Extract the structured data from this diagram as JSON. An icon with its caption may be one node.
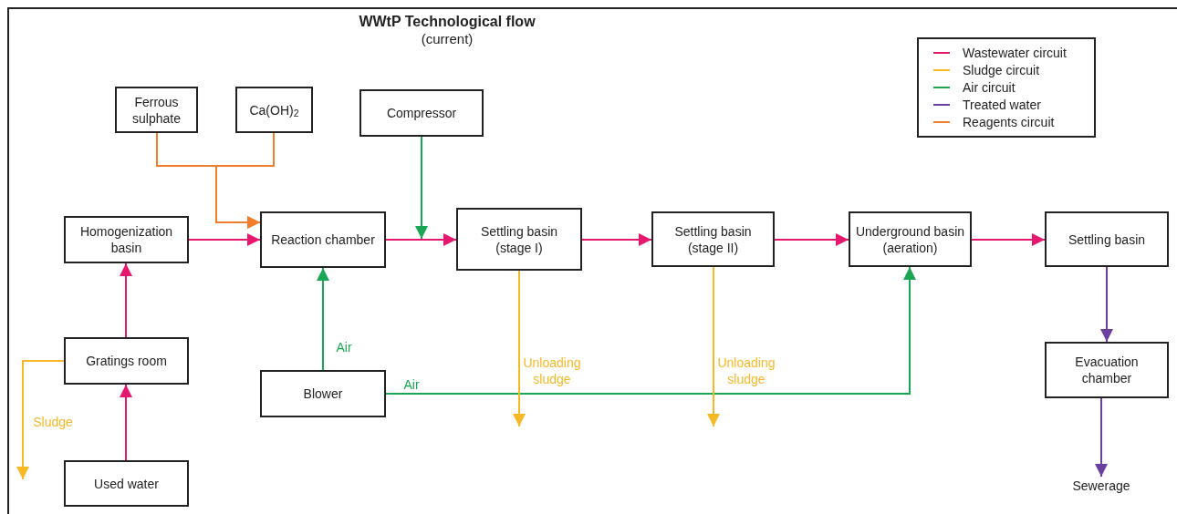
{
  "diagram": {
    "title": "WWtP Technological flow",
    "nodes": [
      {
        "text": [
          "Ferrous sulphate"
        ]
      },
      {
        "text": [
          "Ca(OH)$_{2}$"
        ]
      },
      {
        "text": [
          "Compressor"
        ]
      },
      {
        "text": [
          "Homogenization basin"
        ]
      },
      {
        "text": [
          "Reaction chamber"
        ]
      },
      {
        "text": [
          "Settling basin (stage I)"
        ]
      },
      {
        "text": [
          "Settling basin (stage II)"
        ]
      },
      {
        "text": [
          "Underground basin (aeration)"
        ]
      },
      {
        "text": [
          "Settling basin"
        ]
      },
      {
        "text": [
          "Gratings room"
        ]
      },
      {
        "text": [
          "Blower"
        ]
      },
      {
        "text": [
          "Used water"
        ]
      },
      {
        "text": [
          "Evacuation chamber"
        ]
      },
      {
        "text": [
          "Sewerage"
        ]
      }
    ],
    "edges": [
      {
        "from": 0,
        "to": 4,
        "arrow": "to",
        "color": "#f07d2a"
      },
      {
        "from": 1,
        "to": 4,
        "arrow": "to",
        "color": "#f07d2a"
      },
      {
        "from": 2,
        "to": null,
        "arrow": "to",
        "color": "#1aa655"
      },
      {
        "from": 3,
        "to": 4,
        "arrow": "to"
      },
      {
        "from": 4,
        "to": 5,
        "arrow": "to"
      },
      {
        "from": 5,
        "to": 6,
        "arrow": "to"
      },
      {
        "from": 6,
        "to": 7,
        "arrow": "to"
      },
      {
        "from": 7,
        "to": 8,
        "arrow": "to"
      },
      {
        "from": 9,
        "to": 3,
        "arrow": "to"
      },
      {
        "from": 11,
        "to": 9,
        "arrow": "to"
      },
      {
        "from": 10,
        "to": 4,
        "arrow": "to",
        "label": "Air",
        "color": "#1aa655"
      },
      {
        "from": 10,
        "to": 7,
        "arrow": "to",
        "label": "Air",
        "color": "#1aa655"
      },
      {
        "from": 5,
        "to": null,
        "arrow": "to",
        "label": "Unloading sludge",
        "color": "#f7b825"
      },
      {
        "from": 6,
        "to": null,
        "arrow": "to",
        "label": "Unloading sludge",
        "color": "#f7b825"
      },
      {
        "from": 9,
        "to": null,
        "arrow": "to",
        "label": "Sludge",
        "color": "#f7b825"
      },
      {
        "from": 8,
        "to": 12,
        "arrow": "to",
        "color": "#6b3fa0"
      },
      {
        "from": 12,
        "to": 13,
        "arrow": "to",
        "color": "#6b3fa0"
      }
    ],
    "labels": [
      "(current)"
    ],
    "legend": [
      {
        "text": "Wastewater circuit",
        "color": "#e6186e"
      },
      {
        "text": "Sludge circuit",
        "color": "#f7b825"
      },
      {
        "text": "Air circuit",
        "color": "#1aa655"
      },
      {
        "text": "Treated water",
        "color": "#6b3fa0"
      },
      {
        "text": "Reagents circuit",
        "color": "#f07d2a"
      }
    ]
  }
}
